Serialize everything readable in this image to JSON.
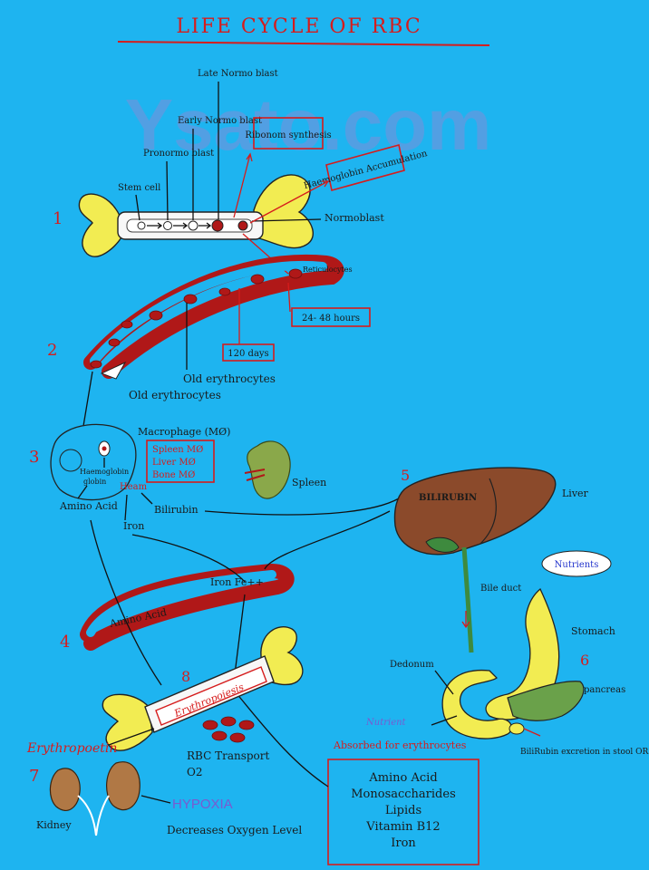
{
  "title": "LIFE CYCLE OF RBC",
  "watermark": "Ysato.com",
  "steps": [
    "1",
    "2",
    "3",
    "4",
    "5",
    "6",
    "7",
    "8"
  ],
  "bone_marrow": {
    "stages": [
      "Stem cell",
      "Pronormo blast",
      "Early Normo blast",
      "Late Normo blast",
      "Normoblast"
    ],
    "boxes": [
      "Ribonom synthesis",
      "Haemoglobin Accumulation"
    ]
  },
  "circulation": {
    "reticulocytes": "Reticulocytes",
    "hours": "24- 48 hours",
    "days": "120 days",
    "old1": "Old erythrocytes",
    "old2": "Old erythrocytes"
  },
  "macrophage": {
    "label": "Macrophage (MØ)",
    "types": [
      "Spleen MØ",
      "Liver MØ",
      "Bone MØ"
    ],
    "haemoglobin": "Haemoglobin",
    "globin": "globin",
    "heam": "Heam",
    "amino": "Amino Acid",
    "iron": "Iron",
    "bilirubin": "Bilirubin",
    "spleen": "Spleen"
  },
  "liver": {
    "bilirubin": "BILIRUBIN",
    "liver": "Liver",
    "bile_duct": "Bile duct",
    "nutrients": "Nutrients",
    "stomach": "Stomach",
    "pancreas": "pancreas",
    "duodenum": "Dedonum",
    "excretion": "BiliRubin excretion in stool OR urine.",
    "nutrient": "Nutrient",
    "absorbed": "Absorbed for erythrocytes",
    "list": [
      "Amino Acid",
      "Monosaccharides",
      "Lipids",
      "Vitamin B12",
      "Iron"
    ]
  },
  "blood": {
    "amino": "Amino Acid",
    "iron": "Iron Fe++"
  },
  "marrow2": {
    "erythropoiesis": "Erythropoiesis",
    "rbc": "RBC Transport",
    "o2": "O2"
  },
  "kidney": {
    "erythropoietin": "Erythropoetin",
    "kidney": "Kidney",
    "hypoxia": "HYPOXIA",
    "decreases": "Decreases Oxygen Level"
  },
  "colors": {
    "background": "#1eb4f0",
    "red": "#d61c1c",
    "bone": "#f2ec52",
    "liver": "#8b4a2b",
    "kidney": "#b07845",
    "spleen": "#8aa84a"
  }
}
